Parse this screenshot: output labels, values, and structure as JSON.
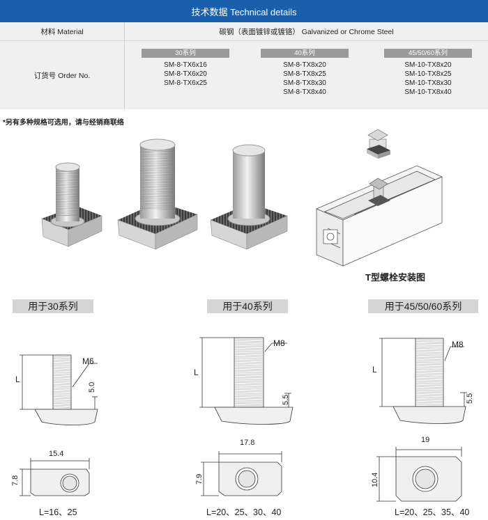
{
  "table": {
    "header": "技术数据 Technical details",
    "material_label": "材料 Material",
    "material_value": "碳钢（表面镀锌或镀铬） Galvanized or Chrome Steel",
    "order_label": "订货号 Order No.",
    "series": [
      {
        "tag": "30系列",
        "codes": [
          "SM-8-TX6x16",
          "SM-8-TX6x20",
          "SM-8-TX6x25"
        ]
      },
      {
        "tag": "40系列",
        "codes": [
          "SM-8-TX8x20",
          "SM-8-TX8x25",
          "SM-8-TX8x30",
          "SM-8-TX8x40"
        ]
      },
      {
        "tag": "45/50/60系列",
        "codes": [
          "SM-10-TX8x20",
          "SM-10-TX8x25",
          "SM-10-TX8x30",
          "SM-10-TX8x40"
        ]
      }
    ]
  },
  "note": "*另有多种规格可选用，请与经销商联络",
  "install_caption": "T型螺栓安装图",
  "drawings": [
    {
      "label": "用于30系列",
      "thread": "M6",
      "length_symbol": "L",
      "head_height": "5.0",
      "width": "15.4",
      "depth": "7.8",
      "lengths": "L=16、25"
    },
    {
      "label": "用于40系列",
      "thread": "M8",
      "length_symbol": "L",
      "head_height": "5.5",
      "width": "17.8",
      "depth": "7.9",
      "lengths": "L=20、25、30、40"
    },
    {
      "label": "用于45/50/60系列",
      "thread": "M8",
      "length_symbol": "L",
      "head_height": "5.5",
      "width": "19",
      "depth": "10.4",
      "lengths": "L=20、25、35、40"
    }
  ],
  "colors": {
    "header_bg": "#1a5fab",
    "tag_bg": "#9a9a9a",
    "row_bg": "#f0f0f0",
    "label_bg": "#d4d4d4"
  }
}
